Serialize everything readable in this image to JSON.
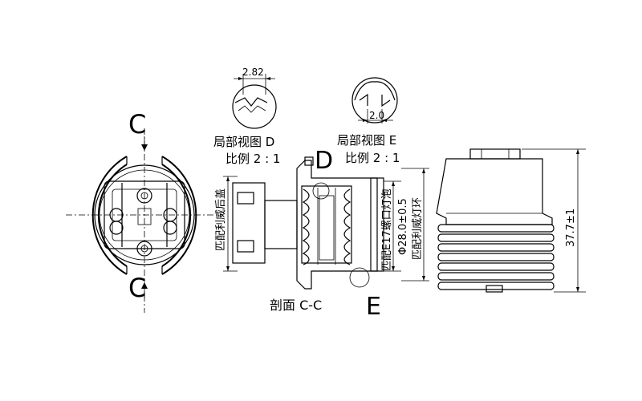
{
  "section_markers": {
    "top": "C",
    "bottom": "C"
  },
  "detail_d": {
    "dimension": "2.82",
    "title": "局部视图 D",
    "scale": "比例 2 : 1",
    "marker": "D"
  },
  "detail_e": {
    "dimension": "2.0",
    "title": "局部视图 E",
    "scale": "比例 2 : 1",
    "marker": "E"
  },
  "section_view": {
    "caption": "剖面 C-C",
    "label_rear_cover": "匹配利威后盖",
    "label_bulb": "匹配E17螺口灯泡",
    "label_diameter": "Φ28.0±0.5",
    "label_ring": "匹配利威灯环"
  },
  "side_view": {
    "height_dim": "37.7±1"
  }
}
